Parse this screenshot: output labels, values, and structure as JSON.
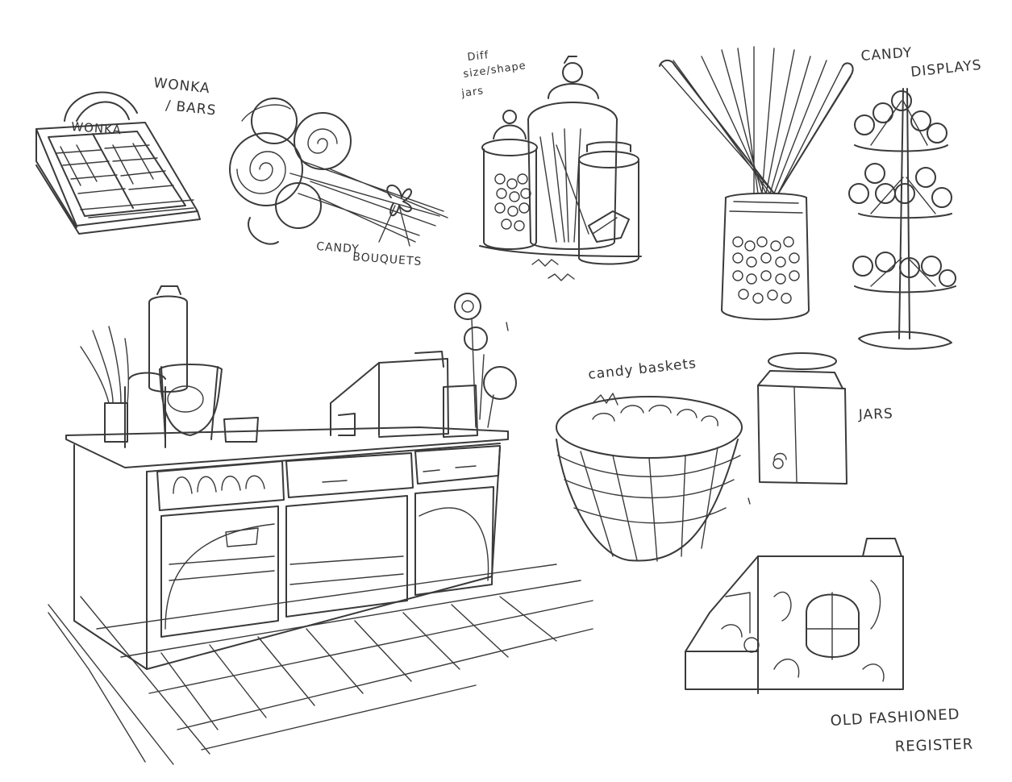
{
  "labels": {
    "wonka_bars": [
      "WONKA",
      "/ BARS"
    ],
    "wonka_logo": "WONKA",
    "candy_bouquets": [
      "CANDY",
      "BOUQUETS"
    ],
    "diff_jars": [
      "Diff",
      "size/shape",
      "jars"
    ],
    "candy_displays": [
      "CANDY",
      "DISPLAYS"
    ],
    "candy_baskets": "candy baskets",
    "jars": "JARS",
    "old_register": [
      "OLD FASHIONED",
      "REGISTER"
    ]
  },
  "colors": {
    "ink": "#3a3a3a",
    "paper": "#ffffff"
  }
}
